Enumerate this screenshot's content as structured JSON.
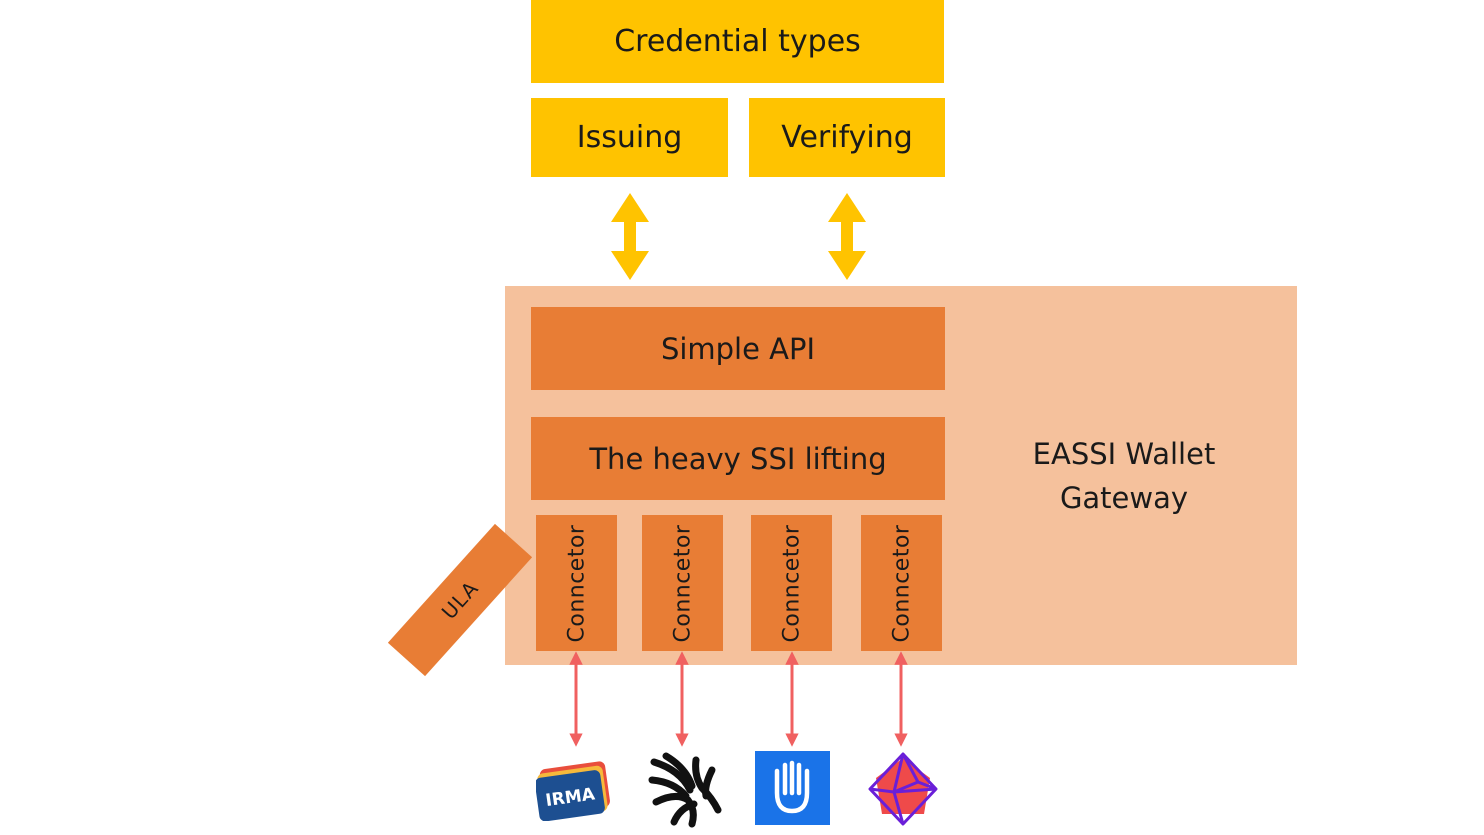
{
  "top": {
    "credential_types": "Credential types",
    "issuing": "Issuing",
    "verifying": "Verifying"
  },
  "gateway": {
    "simple_api": "Simple API",
    "heavy_lifting": "The heavy SSI lifting",
    "label": "EASSI Wallet\nGateway",
    "connectors": [
      "Conncetor",
      "Conncetor",
      "Conncetor",
      "Conncetor"
    ],
    "ula": "ULA"
  },
  "logos": {
    "irma_text": "IRMA",
    "icons": [
      "irma-logo",
      "black-swirl-logo",
      "blue-hand-logo",
      "polygon-gem-logo"
    ]
  },
  "colors": {
    "yellow": "#FFC300",
    "orange": "#E87D35",
    "peach": "#F5C19C",
    "arrow_red": "#F06060",
    "arrow_yellow": "#FFC300"
  }
}
